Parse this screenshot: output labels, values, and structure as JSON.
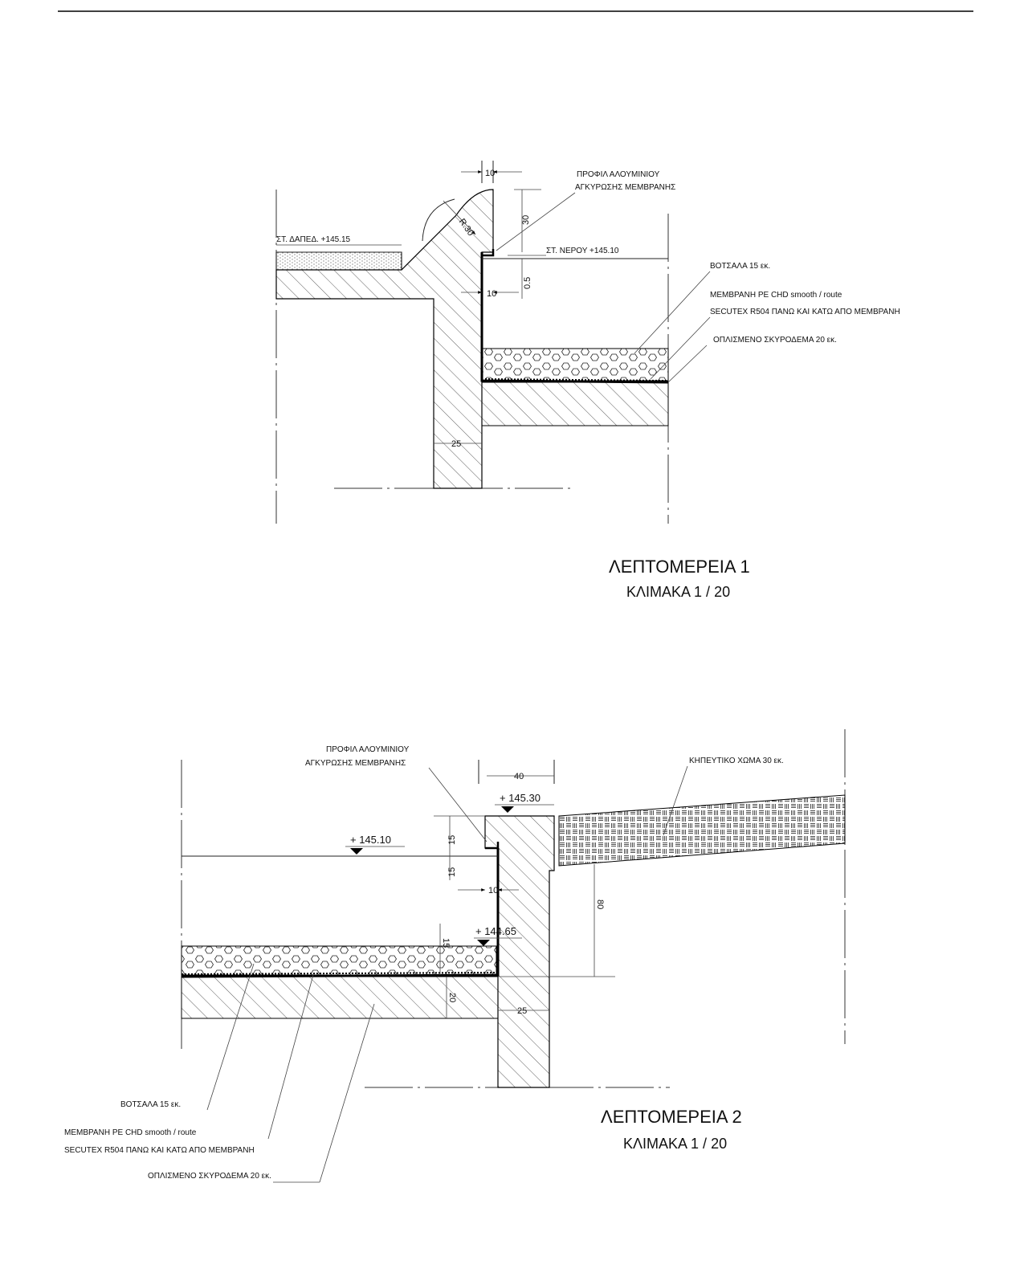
{
  "detail1": {
    "title": "ΛΕΠΤΟΜΕΡΕΙΑ 1",
    "scale": "ΚΛΙΜΑΚΑ 1 / 20",
    "labels": {
      "profile_line1": "ΠΡΟΦΙΛ ΑΛΟΥΜΙΝΙΟΥ",
      "profile_line2": "ΑΓΚΥΡΩΣΗΣ ΜΕΜΒΡΑΝΗΣ",
      "floor_level": "ΣΤ. ΔΑΠΕΔ. +145.15",
      "water_level": "ΣΤ. ΝΕΡΟΥ  +145.10",
      "pebbles": "ΒΟΤΣΑΛΑ 15 εκ.",
      "membrane": "ΜΕΜΒΡΑΝΗ PE CHD smooth / route",
      "secutex": "SECUTEX R504 ΠΑΝΩ ΚΑΙ ΚΑΤΩ ΑΠΟ ΜΕΜΒΡΑΝΗ",
      "concrete": "ΟΠΛΙΣΜΕΝΟ ΣΚΥΡΟΔΕΜΑ 20 εκ."
    },
    "dims": {
      "top_width": "10",
      "radius": "R.30",
      "height_30": "30",
      "height_05": "0.5",
      "inner_10": "10",
      "wall_25": "25"
    }
  },
  "detail2": {
    "title": "ΛΕΠΤΟΜΕΡΕΙΑ 2",
    "scale": "ΚΛΙΜΑΚΑ 1 / 20",
    "labels": {
      "profile_line1": "ΠΡΟΦΙΛ ΑΛΟΥΜΙΝΙΟΥ",
      "profile_line2": "ΑΓΚΥΡΩΣΗΣ ΜΕΜΒΡΑΝΗΣ",
      "soil": "ΚΗΠΕΥΤΙΚΟ ΧΩΜΑ  30 εκ.",
      "pebbles": "ΒΟΤΣΑΛΑ 15 εκ.",
      "membrane": "ΜΕΜΒΡΑΝΗ PE CHD smooth / route",
      "secutex": "SECUTEX R504 ΠΑΝΩ ΚΑΙ ΚΑΤΩ ΑΠΟ ΜΕΜΒΡΑΝΗ",
      "concrete": "ΟΠΛΙΣΜΕΝΟ ΣΚΥΡΟΔΕΜΑ 20 εκ."
    },
    "levels": {
      "top": "+ 145.30",
      "water": "+ 145.10",
      "bottom": "+ 144.65"
    },
    "dims": {
      "top_width": "40",
      "h15_upper": "15",
      "inner_10": "10",
      "h15_lower": "15",
      "slab_20": "20",
      "wall_25": "25",
      "height_80": "80"
    }
  }
}
